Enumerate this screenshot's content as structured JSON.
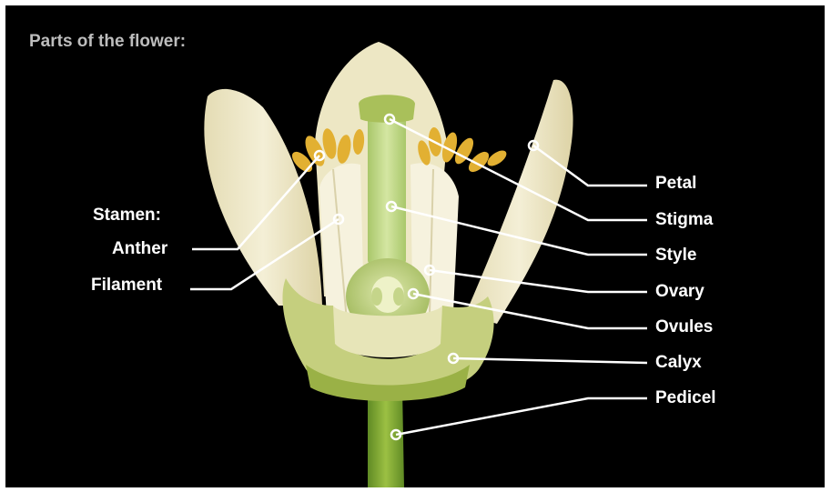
{
  "diagram": {
    "title": "Parts of the flower:",
    "labels": {
      "stamen": "Stamen:",
      "anther": "Anther",
      "filament": "Filament",
      "petal": "Petal",
      "stigma": "Stigma",
      "style": "Style",
      "ovary": "Ovary",
      "ovules": "Ovules",
      "calyx": "Calyx",
      "pedicel": "Pedicel"
    },
    "colors": {
      "background": "#000000",
      "label_text": "#ffffff",
      "title_text": "#bdbdbd",
      "leader_line": "#ffffff",
      "petal": "#efe9c9",
      "stem": "#8fb53a",
      "anther": "#e2b032"
    }
  }
}
